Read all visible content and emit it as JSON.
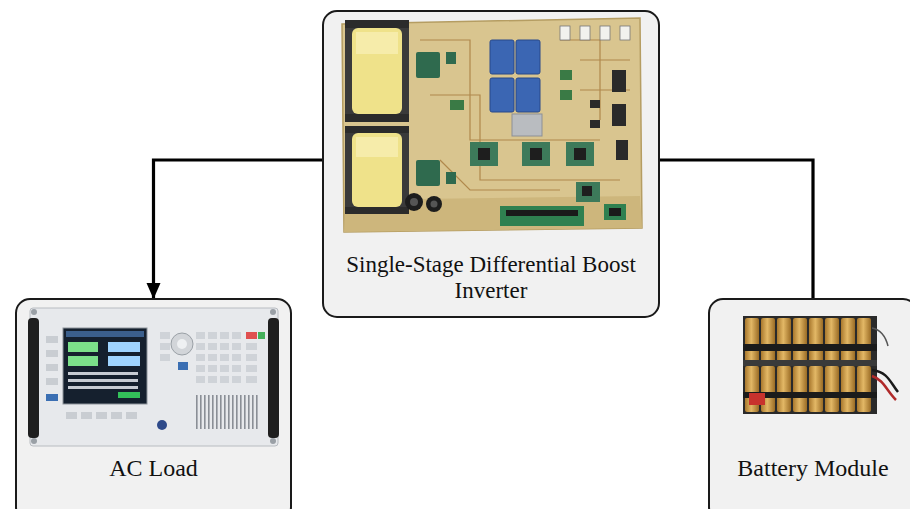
{
  "diagram": {
    "nodes": [
      {
        "text": [
          "Single-Stage Differential Boost Inverter"
        ]
      },
      {
        "text": [
          "AC Load"
        ]
      },
      {
        "text": [
          "Battery Module"
        ]
      }
    ],
    "edges": [
      {
        "from": 0,
        "to": 1,
        "arrow": "to"
      },
      {
        "from": 0,
        "to": 2,
        "arrow": "none"
      }
    ]
  }
}
